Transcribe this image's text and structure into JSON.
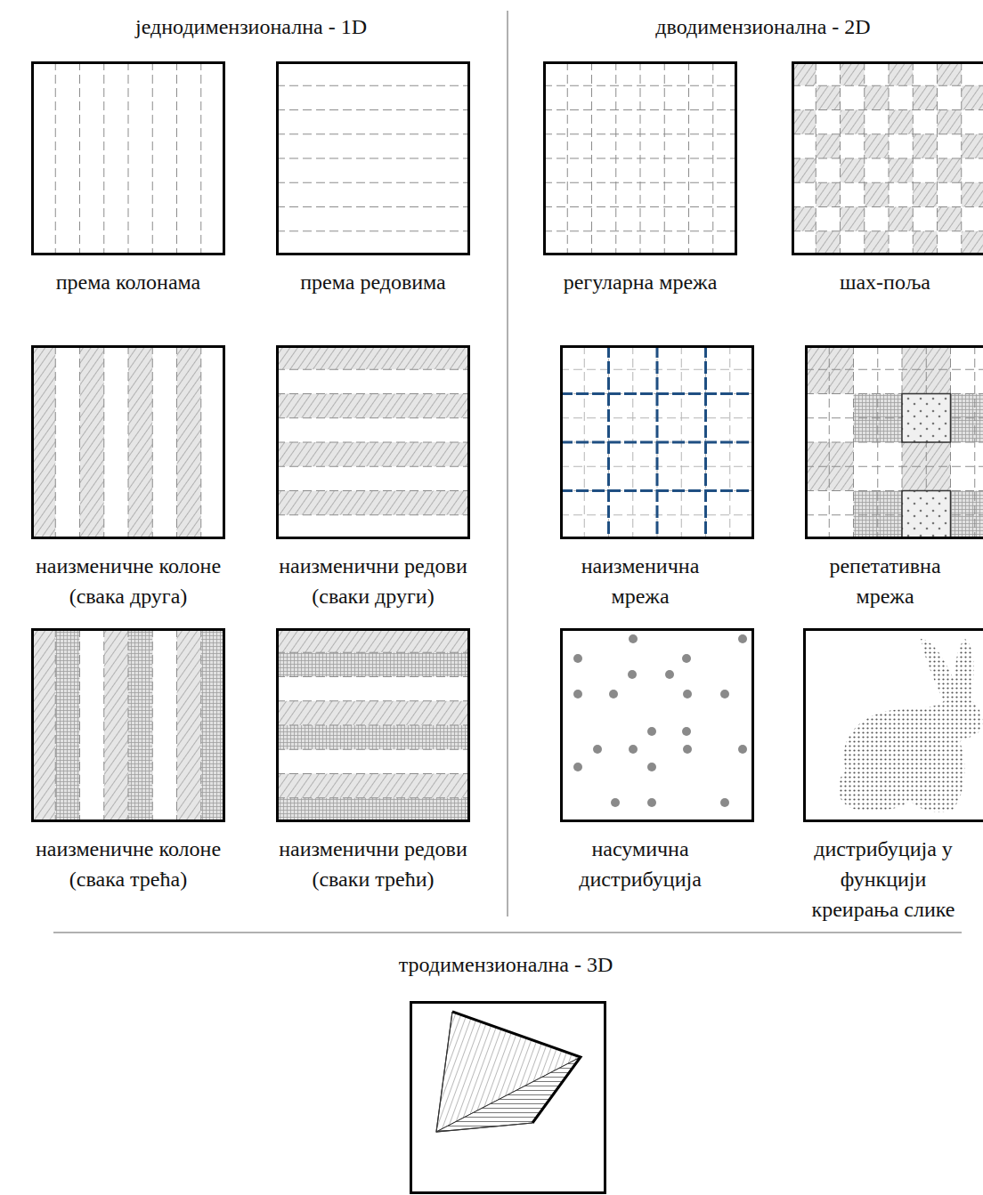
{
  "diagram": {
    "nodes": [
      {
        "text": [
          "према колонама"
        ]
      },
      {
        "text": [
          "према редовима"
        ]
      },
      {
        "text": [
          "регуларна мрежа"
        ]
      },
      {
        "text": [
          "шах-поља"
        ]
      },
      {
        "text": [
          "наизменичне колоне (свака друга)"
        ]
      },
      {
        "text": [
          "наизменични редови (сваки други)"
        ]
      },
      {
        "text": [
          "наизменична мрежа"
        ]
      },
      {
        "text": [
          "репетативна мрежа"
        ]
      },
      {
        "text": [
          "наизменичне колоне (свака трећа)"
        ]
      },
      {
        "text": [
          "наизменични редови (сваки трећи)"
        ]
      },
      {
        "text": [
          "насумична дистрибуција"
        ]
      },
      {
        "text": [
          "дистрибуција у функцији креирања слике"
        ]
      }
    ],
    "labels": [
      "једнодимензионална - 1D",
      "дводимензионална - 2D",
      "тродимензионална - 3D"
    ]
  }
}
